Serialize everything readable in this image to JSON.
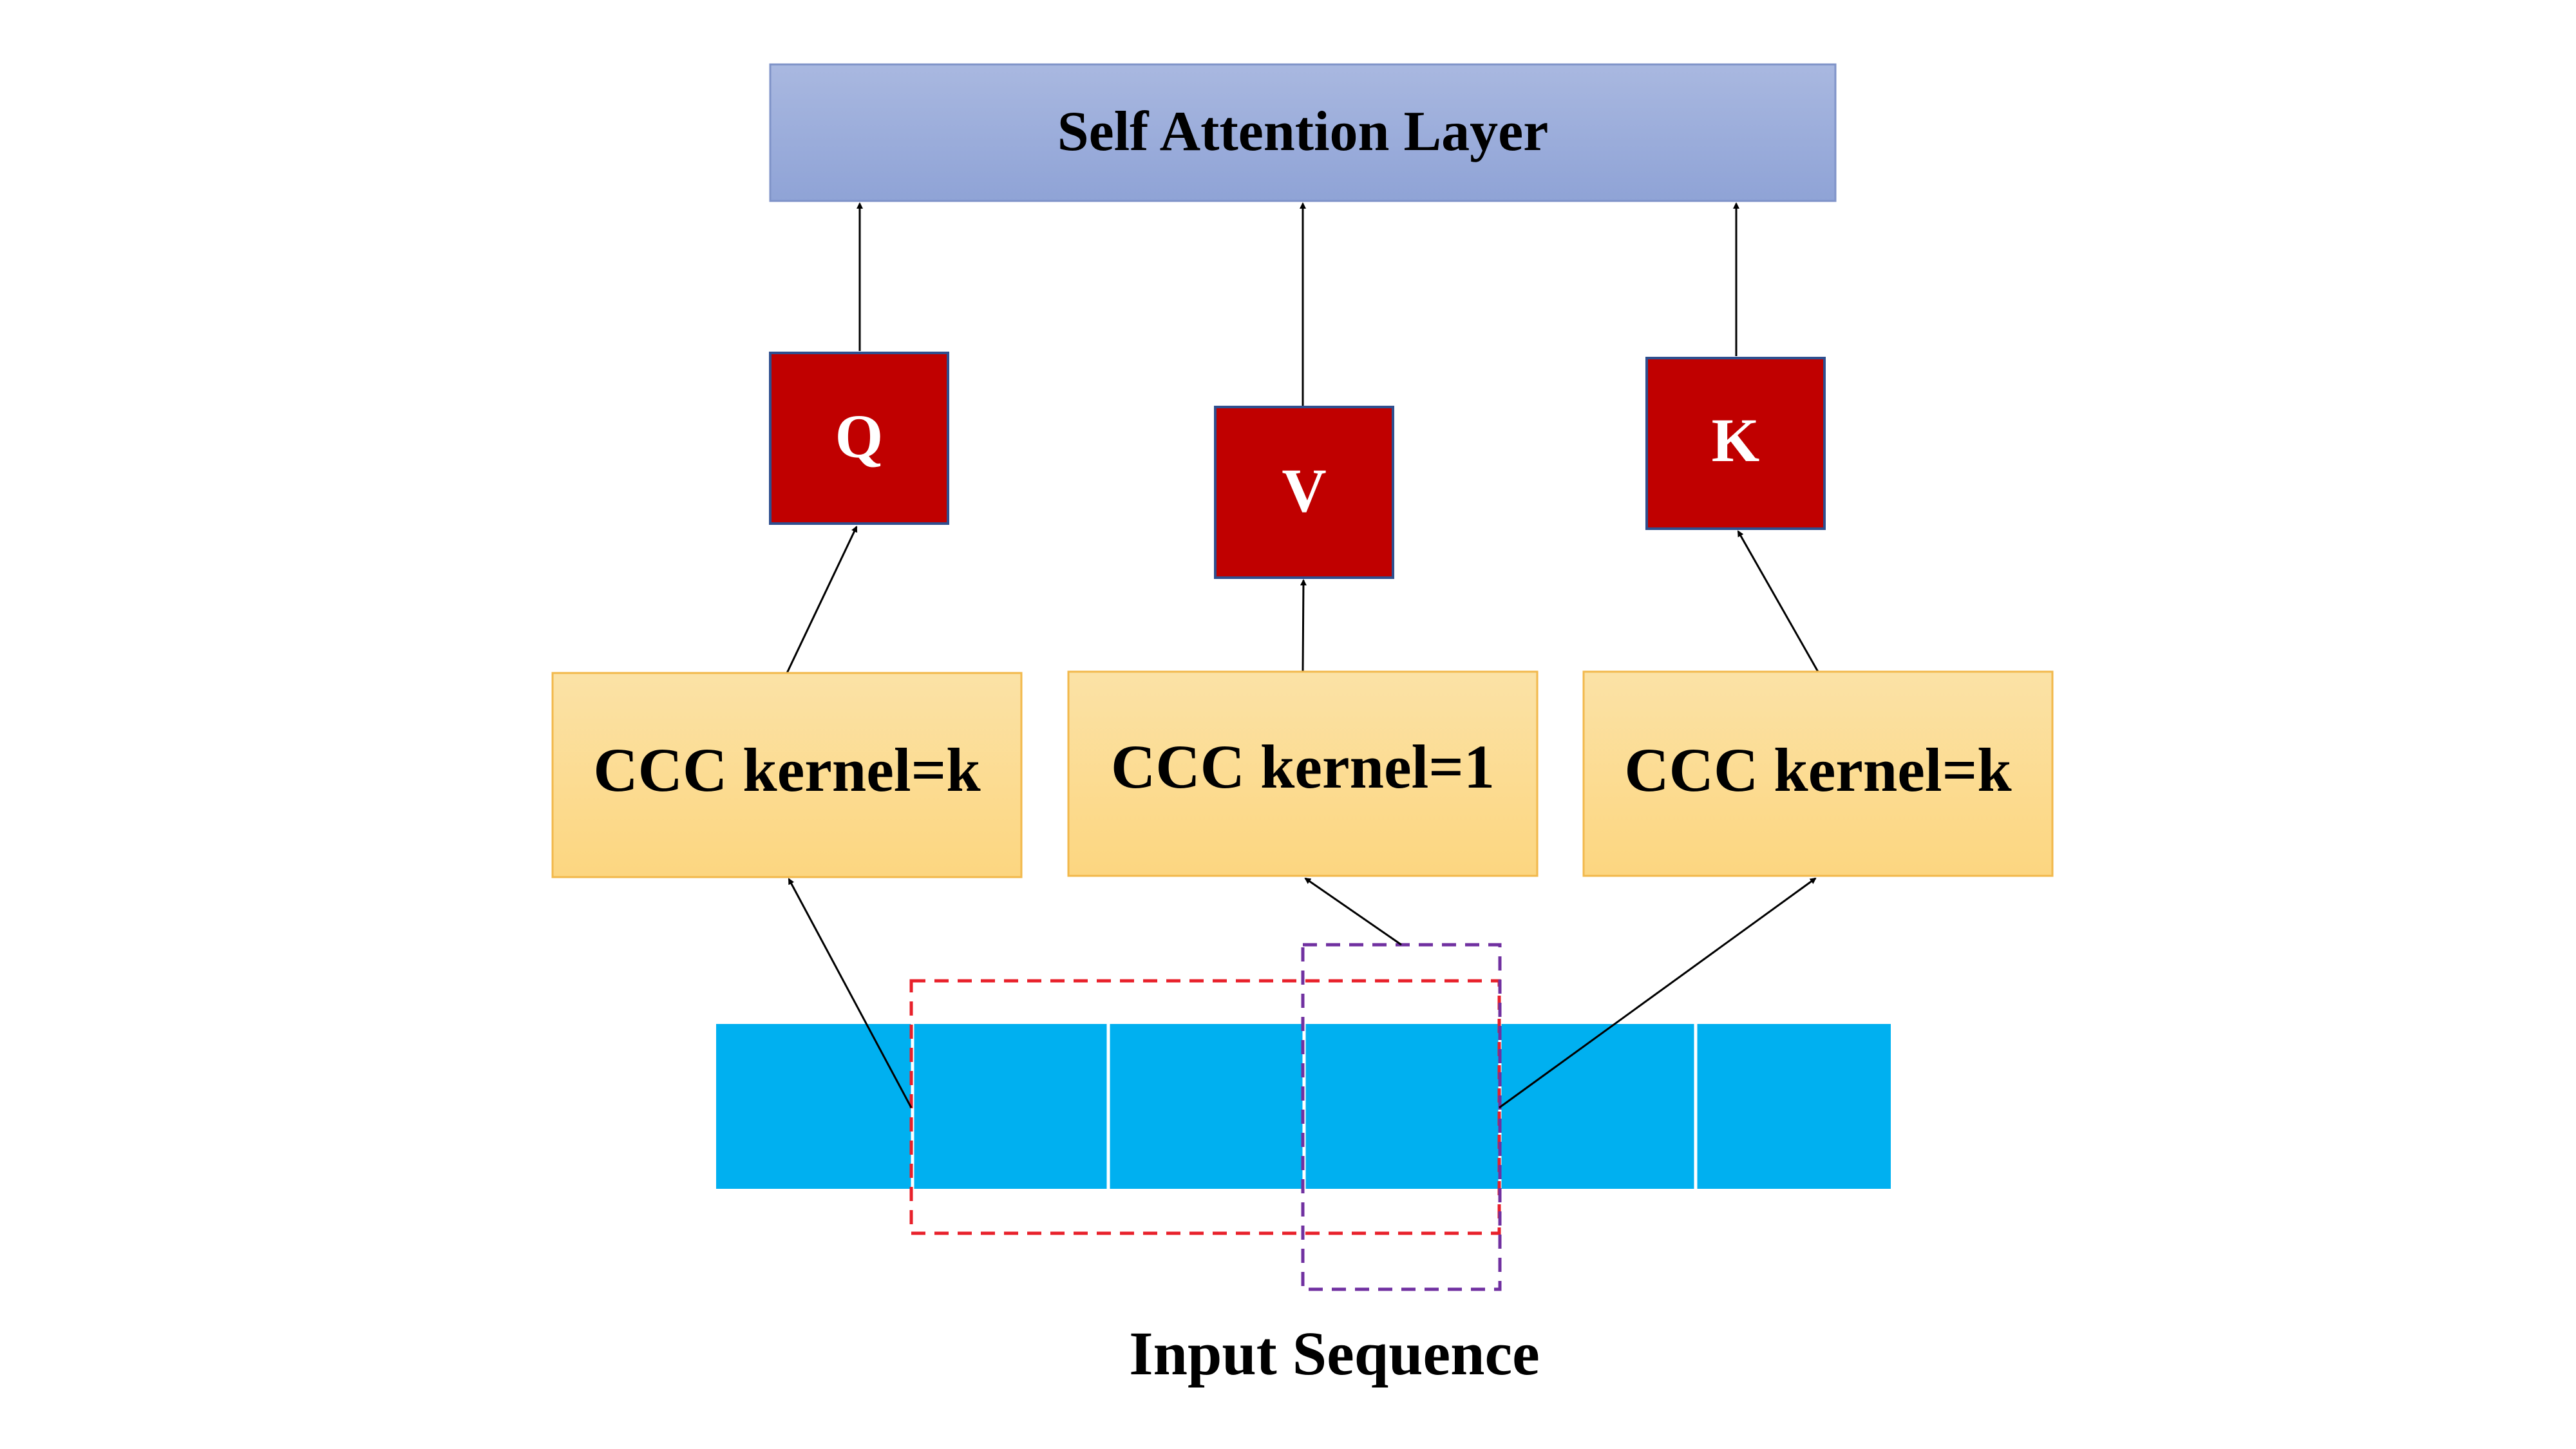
{
  "attention_layer": {
    "label": "Self Attention Layer"
  },
  "projections": {
    "q_label": "Q",
    "v_label": "V",
    "k_label": "K"
  },
  "convolutions": {
    "left_label": "CCC kernel=k",
    "middle_label": "CCC kernel=1",
    "right_label": "CCC kernel=k"
  },
  "input": {
    "caption": "Input Sequence",
    "segment_count": 6
  },
  "colors": {
    "attention_fill_top": "#A9B8E0",
    "attention_fill_bottom": "#8FA3D6",
    "attention_border": "#7F93C8",
    "projection_fill": "#C00000",
    "projection_border": "#2F4F8F",
    "projection_text": "#FFFFFF",
    "conv_fill_top": "#FBE2A6",
    "conv_fill_bottom": "#FCD680",
    "conv_border": "#F2B84B",
    "sequence_fill": "#00B0F0",
    "sequence_divider": "#FFFFFF",
    "kernel_k_window": "#E8202A",
    "kernel_1_window": "#7030A0",
    "arrow": "#000000",
    "text": "#000000"
  }
}
